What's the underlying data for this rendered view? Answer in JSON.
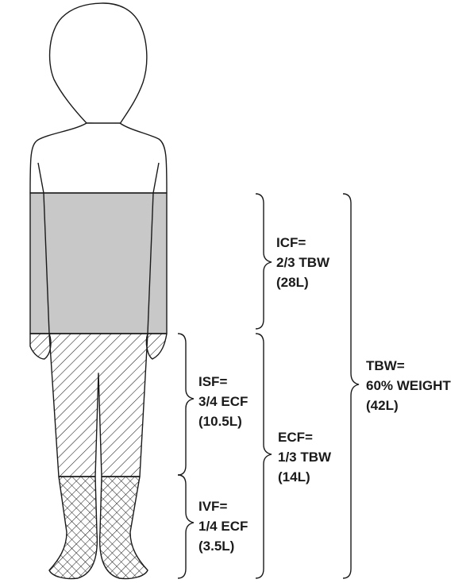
{
  "labels": {
    "icf": {
      "line1": "ICF=",
      "line2": "2/3 TBW",
      "line3": "(28L)"
    },
    "isf": {
      "line1": "ISF=",
      "line2": "3/4 ECF",
      "line3": "(10.5L)"
    },
    "ecf": {
      "line1": "ECF=",
      "line2": "1/3 TBW",
      "line3": "(14L)"
    },
    "ivf": {
      "line1": "IVF=",
      "line2": "1/4 ECF",
      "line3": "(3.5L)"
    },
    "tbw": {
      "line1": "TBW=",
      "line2": "60% WEIGHT",
      "line3": "(42L)"
    }
  },
  "colors": {
    "outline": "#1a1a1a",
    "icf_fill": "#c8c8c8",
    "hatch": "#1a1a1a"
  }
}
